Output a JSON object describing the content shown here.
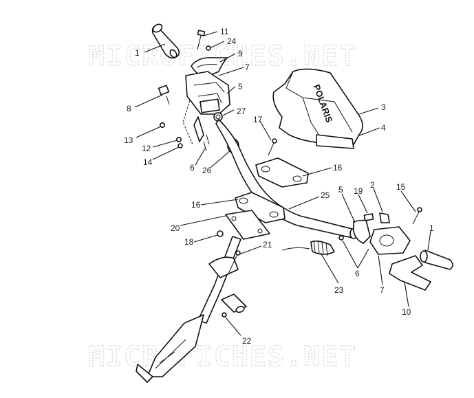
{
  "watermark": {
    "top_text": "MICROFICHES.NET",
    "bottom_text": "MICROFICHES.NET"
  },
  "brand_label": "POLARIS",
  "callouts": [
    "1",
    "2",
    "3",
    "4",
    "5",
    "6",
    "7",
    "8",
    "9",
    "10",
    "11",
    "12",
    "13",
    "14",
    "15",
    "16",
    "17",
    "18",
    "19",
    "20",
    "21",
    "22",
    "23",
    "24",
    "25",
    "26",
    "27"
  ],
  "colors": {
    "line": "#111111",
    "watermark": "#d6d6d6",
    "background": "#ffffff"
  }
}
